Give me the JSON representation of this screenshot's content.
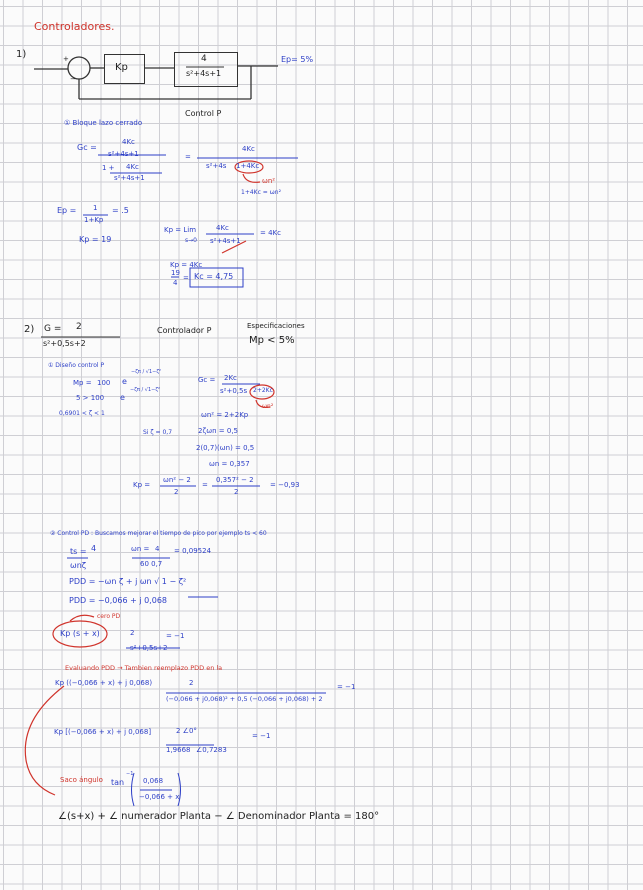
{
  "page_title": "Controladores.",
  "p1": {
    "num": "1)",
    "block_kp": "Kp",
    "plant_num": "4",
    "plant_den": "s²+4s+1",
    "sum_plus": "+",
    "sum_minus": "−",
    "ep_spec": "Ep= 5%",
    "control_label": "Control P",
    "step1": "① Bloque lazo cerrado",
    "gc": "Gc =",
    "gc_num": "4Kc",
    "gc_den": "s²+4s+1",
    "gc_den2_lead": "1 +",
    "gc_den2_num": "4Kc",
    "gc_den2_den": "s²+4s+1",
    "gc_eq": "=",
    "gc_res_num": "4Kc",
    "gc_res_den": "s²+4s",
    "gc_res_circ": "1+4Kc",
    "wn2_note": "ωn²",
    "wn2_eq": "1+4Kc = ωn²",
    "ep_eq": "Ep =",
    "ep_frac_num": "1",
    "ep_frac_den": "1+Kp",
    "ep_val": "= .5",
    "kp_val": "Kp = 19",
    "kp_lim": "Kp = Lim",
    "kp_lim_sub": "s→0",
    "kp_lim_num": "4Kc",
    "kp_lim_den": "s²+4s+1",
    "kp_lim_res": "= 4Kc",
    "kp_eq2": "Kp = 4Kc",
    "frac19": "19",
    "frac4": "4",
    "kc_res": "Kc = 4,75",
    "eq_sign": "="
  },
  "p2": {
    "num": "2)",
    "g": "G =",
    "g_num": "2",
    "g_den": "s²+0,5s+2",
    "ctrl": "Controlador P",
    "spec_title": "Especificaciones",
    "spec_val": "Mp < 5%",
    "sub1": "① Diseño control P",
    "mp1_lead": "Mp =",
    "mp1_100": "100",
    "mp1_e": "e",
    "mp1_exp": "−ζπ / √1−ζ²",
    "mp2_lead": "5 > 100",
    "mp2_e": "e",
    "mp2_exp": "−ζπ / √1−ζ²",
    "zeta_range": "0,6901 < ζ < 1",
    "gc": "Gc =",
    "gc_num": "2Kc",
    "gc_den": "s²+0,5s",
    "gc_circ": "2+2Kc",
    "gc_wn2": "ωn²",
    "wn2_eq": "ωn² = 2+2Kp",
    "zeta_sel": "Si ζ = 0,7",
    "eq_a": "2ζωn = 0,5",
    "eq_b": "2(0,7)(ωn) = 0,5",
    "eq_c": "ωn = 0,357",
    "kp_lead": "Kp =",
    "kp_num": "ωn² − 2",
    "kp_den": "2",
    "kp_num2": "0,357² − 2",
    "kp_den2": "2",
    "kp_res": "= −0,93",
    "eq1": "=",
    "eq2": "="
  },
  "p3": {
    "sub2": "② Control PD : Buscamos mejorar el tiempo de pico por ejemplo ts < 60",
    "ts_lead": "ts =",
    "ts_num": "4",
    "ts_den": "ωnζ",
    "wn_lead": "ωn =",
    "wn_num": "4",
    "wn_den": "60 0,7",
    "wn_res": "= 0,09524",
    "pdd_a": "PDD = −ωn ζ  + j ωn √ 1 − ζ²",
    "pdd_b": "PDD = −0,066 + j 0,068",
    "cero_pd": "cero PD",
    "kp_circ": "Kp (s + x)",
    "tf_num": "2",
    "tf_den": "s²+0,5s+2",
    "tf_res": "= −1",
    "evalua": "Evaluando PDD → Tambien reemplazo PDD en la",
    "big_lead": "Kp ((−0,066 + x) + j 0,068)",
    "big_num": "2",
    "big_den": "(−0,066 + j0,068)² + 0,5 (−0,066 + j0,068) + 2",
    "big_res": "= −1",
    "kp2": "Kp [(−0,066 + x) + j 0,068]",
    "polar_num": "2 ∠0°",
    "polar_den1": "1,9668",
    "polar_den2": "∠0,7283",
    "polar_res": "= −1",
    "angulo": "Saco ángulo",
    "tan": "tan",
    "tan_exp": "−1",
    "tan_num": "0,068",
    "tan_den": "−0,066 + x",
    "final": "∠(s+x)  +  ∠ numerador Planta  −  ∠ Denominador Planta  =  180°"
  },
  "colors": {
    "ink_black": "#222222",
    "ink_blue": "#2d3fc7",
    "ink_red": "#d0342c",
    "grid": "#cfcfd4"
  }
}
